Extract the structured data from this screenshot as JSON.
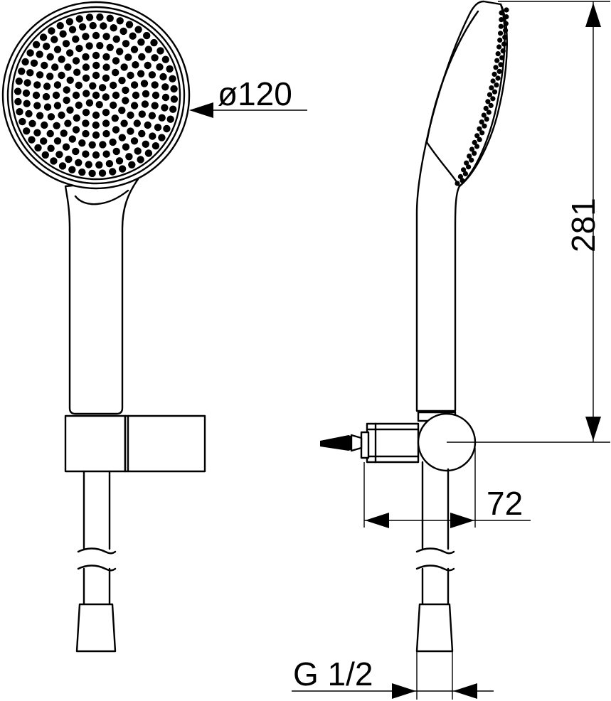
{
  "dimensions": {
    "diameter_label": "ø120",
    "height_label": "281",
    "depth_label": "72",
    "thread_label": "G 1/2"
  }
}
